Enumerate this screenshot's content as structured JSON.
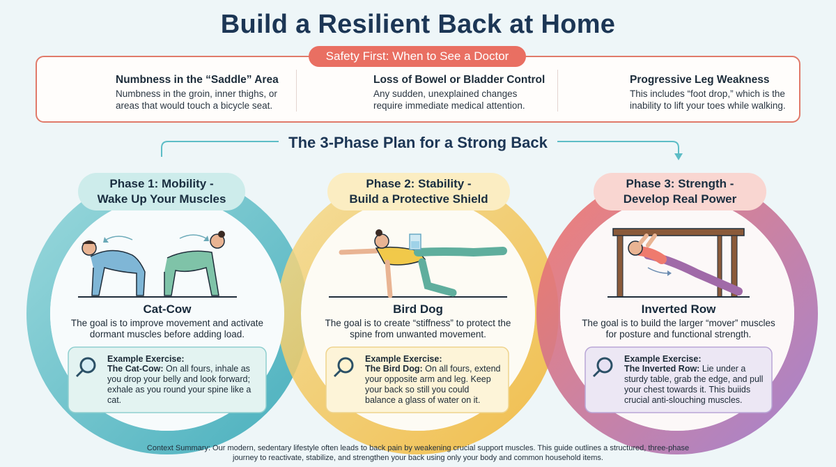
{
  "title": "Build a Resilient Back at Home",
  "safety": {
    "label": "Safety First: When to See a Doctor",
    "items": [
      {
        "title": "Numbness in the “Saddle” Area",
        "desc": "Numbness in the groin, inner thighs, or areas that would touch a bicycle seat.",
        "icon": "pelvis-icon"
      },
      {
        "title": "Loss of Bowel or Bladder Control",
        "desc": "Any sudden, unexplained changes require immediate medical attention.",
        "icon": "bladder-warning-icon"
      },
      {
        "title": "Progressive Leg Weakness",
        "desc": "This includes “foot drop,” which is the inability to lift your toes while walking.",
        "icon": "leg-foot-icon"
      }
    ]
  },
  "plan": {
    "title": "The 3-Phase Plan for a Strong Back",
    "phases": [
      {
        "title_line1": "Phase 1: Mobility -",
        "title_line2": "Wake Up Your Muscles",
        "exercise": "Cat-Cow",
        "goal": "The goal is to improve movement and activate dormant muscles before adding load.",
        "example_label": "Example Exercise:",
        "example_name": "The Cat-Cow:",
        "example_text": " On all fours, inhale as you drop your belly and look forward; exhale as you round your spine like a cat.",
        "color": "#4bb8c4"
      },
      {
        "title_line1": "Phase 2: Stability -",
        "title_line2": "Build a Protective Shield",
        "exercise": "Bird Dog",
        "goal": "The goal is to create “stiffness” to protect the spine from unwanted movement.",
        "example_label": "Example Exercise:",
        "example_name": "The Bird Dog:",
        "example_text": " On all fours, extend your opposite arm and leg. Keep your back so still you could balance a glass of water on it.",
        "color": "#f2c04a"
      },
      {
        "title_line1": "Phase 3: Strength -",
        "title_line2": "Develop Real Power",
        "exercise": "Inverted Row",
        "goal": "The goal is to build the larger “mover” muscles for posture and functional strength.",
        "example_label": "Example Exercise:",
        "example_name": "The Inverted Row:",
        "example_text": " Lie under a sturdy table, grab the edge, and pull your chest towards it. This buiids crucial anti-slouching muscles.",
        "color": "#e9635f"
      }
    ]
  },
  "summary": "Context Summary: Our modern, sedentary lifestyle often leads to back pain by weakening crucial support muscles. This guide outlines a structured, three-phase journey to reactivate, stabilize, and strengthen your back using only your body and common household items."
}
